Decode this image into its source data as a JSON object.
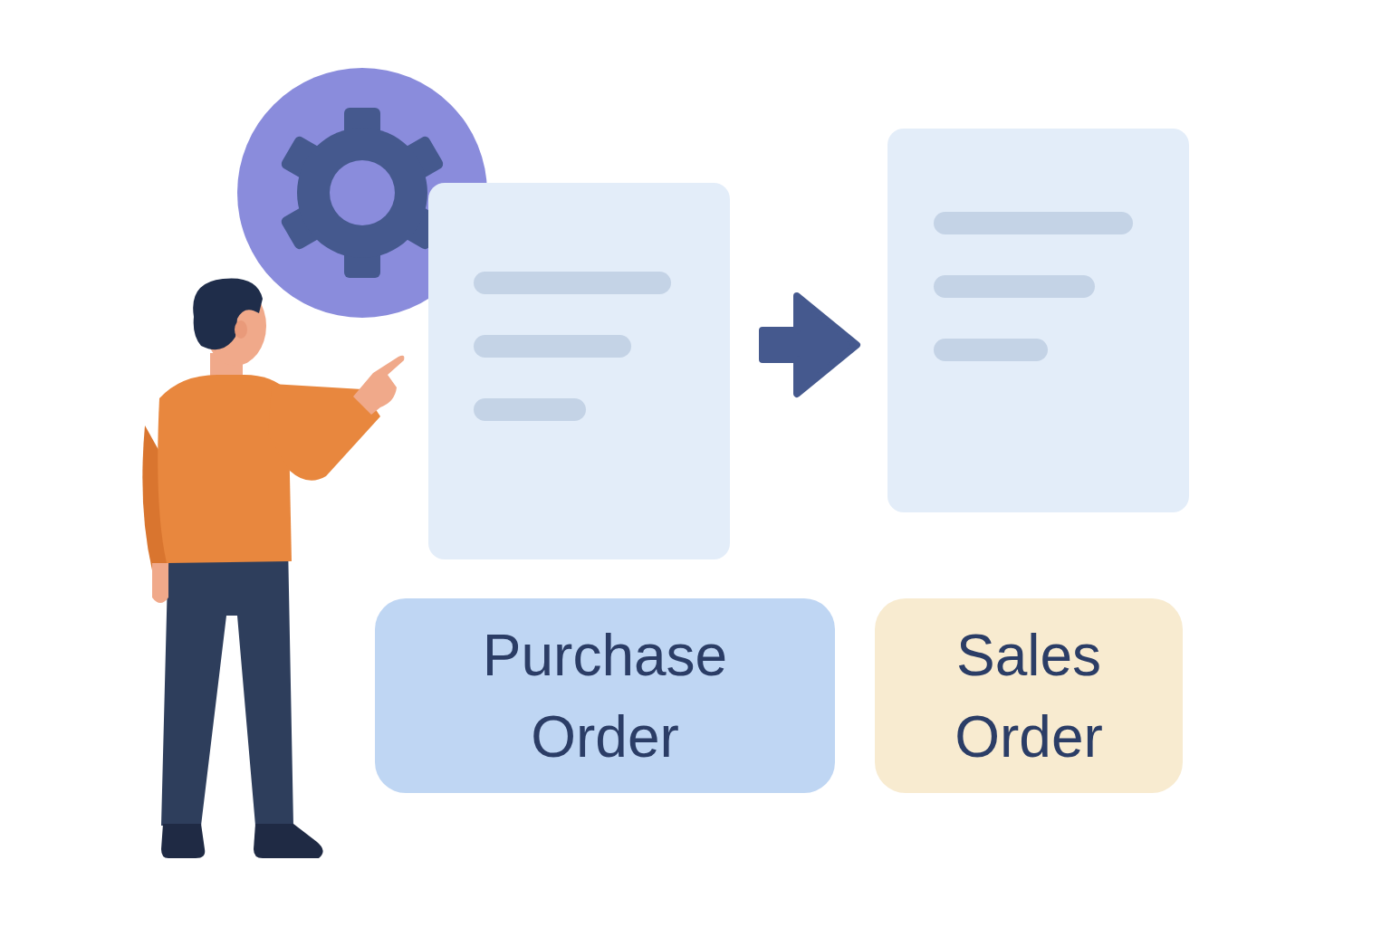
{
  "diagram": {
    "nodes": [
      {
        "text": [
          "Purchase Order"
        ]
      },
      {
        "text": [
          "Sales Order"
        ]
      }
    ],
    "edges": [
      {
        "from": 0,
        "to": 1,
        "arrow": "to"
      }
    ]
  }
}
